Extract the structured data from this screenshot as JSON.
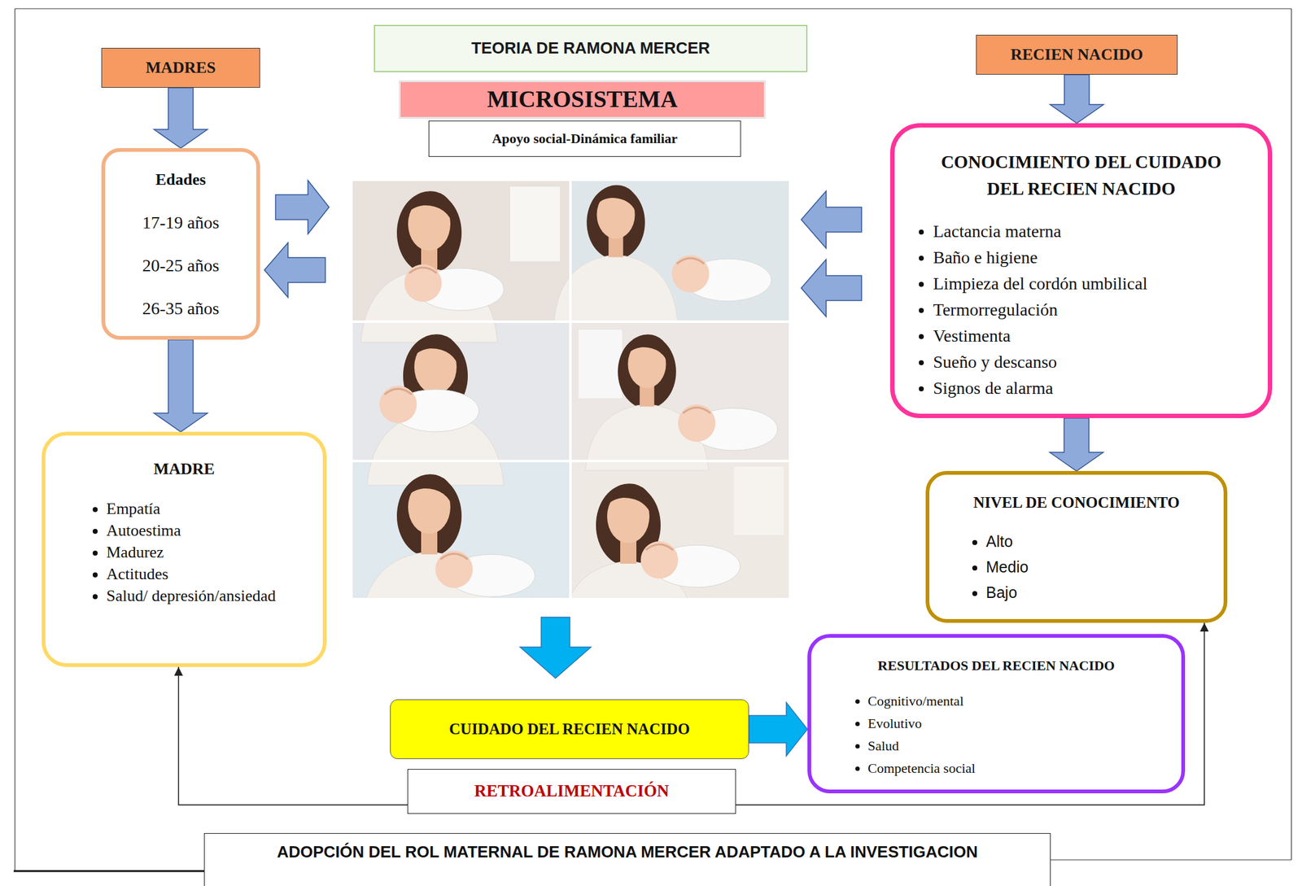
{
  "diagram": {
    "nodes": [
      {
        "text": [
          "MADRES"
        ]
      },
      {
        "text": [
          "TEORIA DE RAMONA MERCER"
        ]
      },
      {
        "text": [
          "MICROSISTEMA"
        ]
      },
      {
        "text": [
          "Apoyo social-Dinámica familiar"
        ]
      },
      {
        "text": [
          "RECIEN NACIDO"
        ]
      },
      {
        "text": [
          "Edades",
          "17-19 años",
          "20-25 años",
          "26-35 años"
        ]
      },
      {
        "text": [
          "CONOCIMIENTO DEL CUIDADO DEL RECIEN NACIDO",
          "Lactancia materna",
          "Baño e higiene",
          "Limpieza del cordón umbilical",
          "Termorregulación",
          "Vestimenta",
          "Sueño y descanso",
          "Signos de alarma"
        ]
      },
      {
        "text": [
          "MADRE",
          "Empatía",
          "Autoestima",
          "Madurez",
          "Actitudes",
          "Salud/ depresión/ansiedad"
        ]
      },
      {
        "text": [
          "NIVEL DE CONOCIMIENTO",
          "Alto",
          "Medio",
          "Bajo"
        ]
      },
      {
        "text": [
          "RESULTADOS DEL RECIEN NACIDO",
          "Cognitivo/mental",
          "Evolutivo",
          "Salud",
          "Competencia social"
        ]
      },
      {
        "text": [
          "CUIDADO DEL RECIEN NACIDO"
        ]
      },
      {
        "text": [
          "RETROALIMENTACIÓN"
        ]
      },
      {
        "text": [
          "ADOPCIÓN DEL ROL MATERNAL DE RAMONA MERCER ADAPTADO A LA INVESTIGACION"
        ]
      }
    ],
    "edges": [
      {
        "from": 0,
        "to": 5,
        "arrow": "to"
      },
      {
        "from": 5,
        "to": 7,
        "arrow": "to"
      },
      {
        "from": 4,
        "to": 6,
        "arrow": "to"
      },
      {
        "from": 6,
        "to": 8,
        "arrow": "to"
      },
      {
        "from": 10,
        "to": 9,
        "arrow": "to"
      },
      {
        "from": 11,
        "to": 7,
        "arrow": "to"
      },
      {
        "from": 11,
        "to": 8,
        "arrow": "to"
      }
    ]
  }
}
